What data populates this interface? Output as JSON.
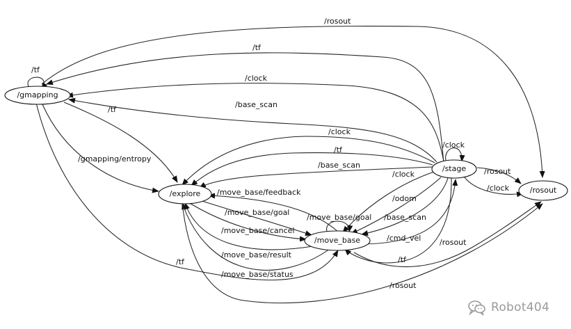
{
  "nodes": {
    "gmapping": "/gmapping",
    "explore": "/explore",
    "move_base": "/move_base",
    "stage": "/stage",
    "rosout": "/rosout"
  },
  "edges": {
    "gmapping_self_tf": "/tf",
    "gmapping_rosout": "/rosout",
    "stage_gmapping_tf": "/tf",
    "stage_gmapping_clock": "/clock",
    "stage_gmapping_base_scan": "/base_scan",
    "gmapping_explore_tf": "/tf",
    "gmapping_explore_entropy": "/gmapping/entropy",
    "stage_explore_clock": "/clock",
    "stage_explore_tf": "/tf",
    "stage_explore_base_scan": "/base_scan",
    "stage_self_clock": "/clock",
    "stage_rosout": "/rosout",
    "stage_rosout_clock": "/clock",
    "stage_move_base_clock": "/clock",
    "stage_move_base_odom": "/odom",
    "stage_move_base_base_scan": "/base_scan",
    "move_base_stage_cmd_vel": "/cmd_vel",
    "stage_move_base_tf": "/tf",
    "move_base_rosout": "/rosout",
    "move_base_explore_feedback": "/move_base/feedback",
    "explore_move_base_goal": "/move_base/goal",
    "explore_move_base_cancel": "/move_base/cancel",
    "move_base_explore_result": "/move_base/result",
    "move_base_explore_status": "/move_base/status",
    "move_base_self_goal": "/move_base/goal",
    "explore_rosout": "/rosout",
    "gmapping_move_base_tf": "/tf"
  },
  "watermark": {
    "text": "Robot404",
    "icon": "wechat-icon",
    "color": "#9a9a9a"
  }
}
